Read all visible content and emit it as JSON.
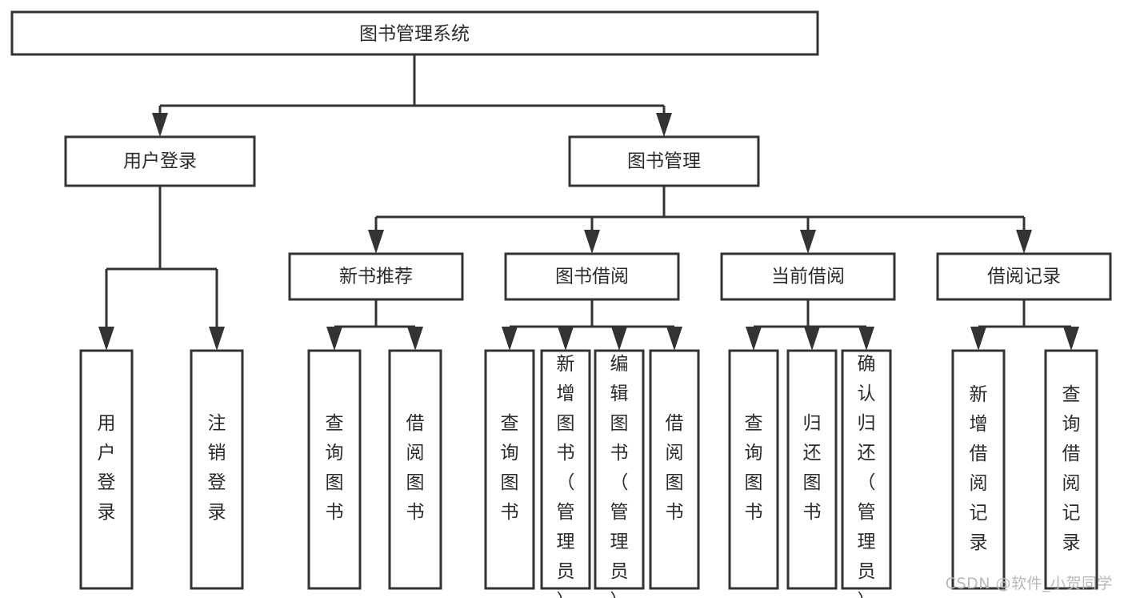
{
  "diagram": {
    "type": "hierarchical-tree",
    "title": "图书管理系统",
    "watermark": "CSDN @软件_小贺同学",
    "colors": {
      "background": "#ffffff",
      "stroke": "#333333",
      "text": "#2b2b2b",
      "watermark": "#b9b9b9"
    },
    "levels": 4,
    "nodes": {
      "root": {
        "label": "图书管理系统",
        "orientation": "horizontal"
      },
      "l2": [
        {
          "label": "用户登录",
          "orientation": "horizontal"
        },
        {
          "label": "图书管理",
          "orientation": "horizontal"
        }
      ],
      "l3": [
        {
          "label": "新书推荐",
          "orientation": "horizontal"
        },
        {
          "label": "图书借阅",
          "orientation": "horizontal"
        },
        {
          "label": "当前借阅",
          "orientation": "horizontal"
        },
        {
          "label": "借阅记录",
          "orientation": "horizontal"
        }
      ],
      "leaves": [
        {
          "label": "用户登录",
          "parent": "用户登录",
          "orientation": "vertical"
        },
        {
          "label": "注销登录",
          "parent": "用户登录",
          "orientation": "vertical"
        },
        {
          "label": "查询图书",
          "parent": "新书推荐",
          "orientation": "vertical"
        },
        {
          "label": "借阅图书",
          "parent": "新书推荐",
          "orientation": "vertical"
        },
        {
          "label": "查询图书",
          "parent": "图书借阅",
          "orientation": "vertical"
        },
        {
          "label": "新增图书（管理员）",
          "parent": "图书借阅",
          "orientation": "vertical"
        },
        {
          "label": "编辑图书（管理员）",
          "parent": "图书借阅",
          "orientation": "vertical"
        },
        {
          "label": "借阅图书",
          "parent": "图书借阅",
          "orientation": "vertical"
        },
        {
          "label": "查询图书",
          "parent": "当前借阅",
          "orientation": "vertical"
        },
        {
          "label": "归还图书",
          "parent": "当前借阅",
          "orientation": "vertical"
        },
        {
          "label": "确认归还（管理员）",
          "parent": "当前借阅",
          "orientation": "vertical"
        },
        {
          "label": "新增借阅记录",
          "parent": "借阅记录",
          "orientation": "vertical"
        },
        {
          "label": "查询借阅记录",
          "parent": "借阅记录",
          "orientation": "vertical"
        }
      ]
    }
  }
}
